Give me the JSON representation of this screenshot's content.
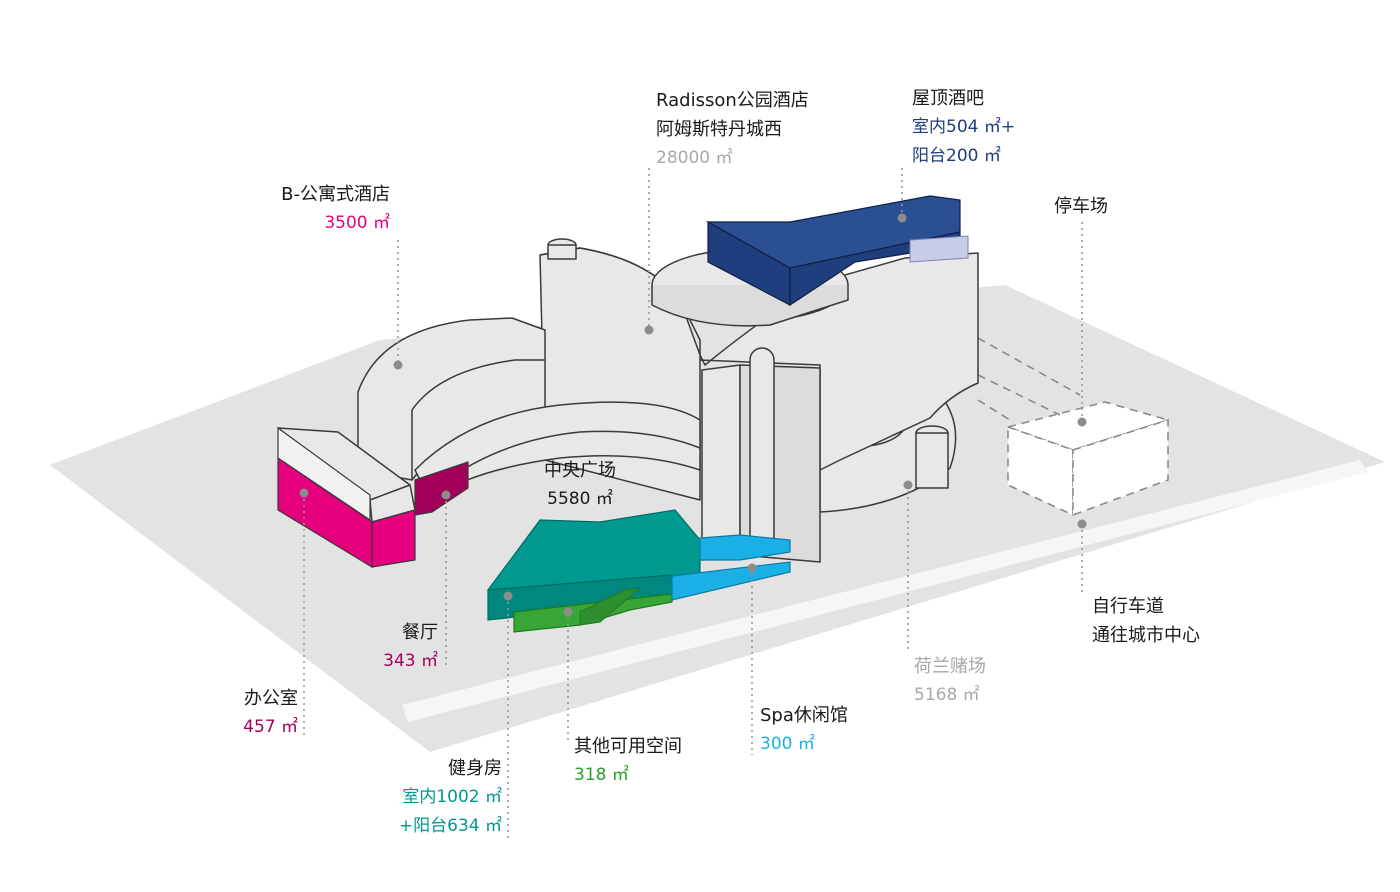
{
  "labels": {
    "hotel": {
      "name_line1": "Radisson公园酒店",
      "name_line2": "阿姆斯特丹城西",
      "area": "28000 ㎡"
    },
    "rooftop_bar": {
      "name": "屋顶酒吧",
      "area_line1": "室内504 ㎡+",
      "area_line2": "阳台200 ㎡"
    },
    "apartment_hotel": {
      "name": "B-公寓式酒店",
      "area": "3500 ㎡"
    },
    "parking": {
      "name": "停车场"
    },
    "central_plaza": {
      "name": "中央广场",
      "area": "5580 ㎡"
    },
    "restaurant": {
      "name": "餐厅",
      "area": "343 ㎡"
    },
    "office": {
      "name": "办公室",
      "area": "457 ㎡"
    },
    "gym": {
      "name": "健身房",
      "area_line1": "室内1002 ㎡",
      "area_line2": "+阳台634 ㎡"
    },
    "other_space": {
      "name": "其他可用空间",
      "area": "318 ㎡"
    },
    "spa": {
      "name": "Spa休闲馆",
      "area": "300 ㎡"
    },
    "casino": {
      "name": "荷兰赌场",
      "area": "5168 ㎡"
    },
    "bike_lane": {
      "line1": "自行车道",
      "line2": "通往城市中心"
    }
  },
  "colors": {
    "building": "#e8e8e8",
    "outline": "#3a3a3a",
    "ground": "#e3e3e3",
    "hotel_b": "#e6007e",
    "office_restaurant": "#a3005a",
    "rooftop_bar": "#1e3e7d",
    "gym": "#00998f",
    "other_space": "#37a636",
    "spa": "#1ab0e6",
    "casino_text": "#a8a8a8"
  }
}
